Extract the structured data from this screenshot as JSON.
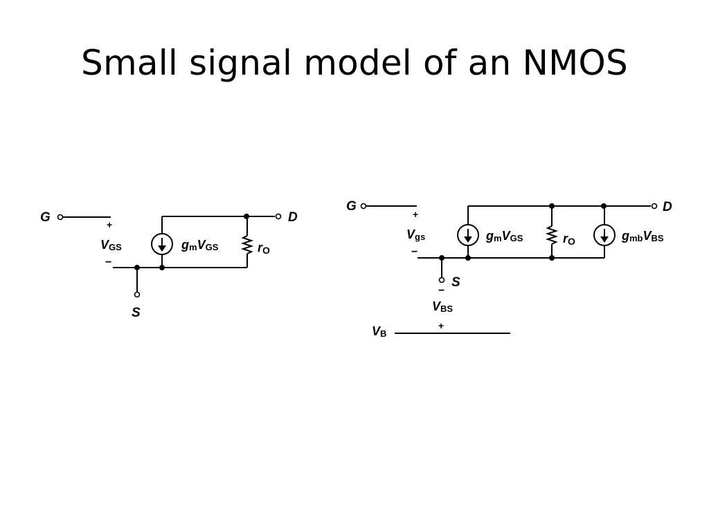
{
  "title": "Small signal model of an NMOS",
  "circuit_left": {
    "gate": "G",
    "drain": "D",
    "source": "S",
    "vgs_plus": "+",
    "vgs_minus": "−",
    "vgs_label": "V",
    "vgs_sub": "GS",
    "gm_label": "g",
    "gm_sub": "m",
    "gm_v": "V",
    "gm_v_sub": "GS",
    "ro_label": "r",
    "ro_sub": "O"
  },
  "circuit_right": {
    "gate": "G",
    "drain": "D",
    "source": "S",
    "vgs_plus": "+",
    "vgs_minus": "−",
    "vgs_label": "V",
    "vgs_sub": "gs",
    "gm_label": "g",
    "gm_sub": "m",
    "gm_v": "V",
    "gm_v_sub": "GS",
    "ro_label": "r",
    "ro_sub": "O",
    "gmb_label": "g",
    "gmb_sub": "mb",
    "gmb_v": "V",
    "gmb_v_sub": "BS",
    "vbs_minus": "−",
    "vbs_label": "V",
    "vbs_sub": "BS",
    "vbs_plus": "+",
    "vb_label": "V",
    "vb_sub": "B"
  }
}
